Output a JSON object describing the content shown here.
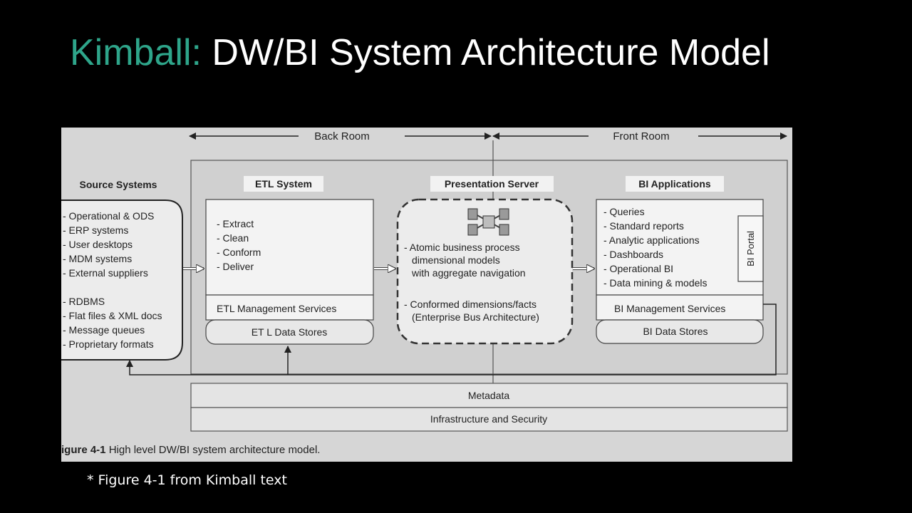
{
  "title": {
    "accent": "Kimball:",
    "rest": " DW/BI System Architecture Model"
  },
  "diagram": {
    "back_room": "Back Room",
    "front_room": "Front Room",
    "source_systems": {
      "heading": "Source Systems",
      "items": [
        "- Operational & ODS",
        "- ERP systems",
        "- User desktops",
        "- MDM systems",
        "- External suppliers",
        "- RDBMS",
        "- Flat files & XML docs",
        "- Message queues",
        "- Proprietary formats"
      ]
    },
    "etl_system": {
      "heading": "ETL System",
      "items": [
        "- Extract",
        "- Clean",
        "- Conform",
        "- Deliver"
      ],
      "management": "ETL Management Services",
      "data_stores": "ET L Data Stores"
    },
    "presentation_server": {
      "heading": "Presentation Server",
      "items": [
        "- Atomic business process",
        "dimensional models",
        "with aggregate navigation",
        "- Conformed dimensions/facts",
        "(Enterprise Bus Architecture)"
      ]
    },
    "bi_applications": {
      "heading": "BI Applications",
      "items": [
        "- Queries",
        "- Standard reports",
        "- Analytic applications",
        "- Dashboards",
        "- Operational BI",
        "- Data mining & models"
      ],
      "portal": "BI Portal",
      "management": "BI Management Services",
      "data_stores": "BI Data Stores"
    },
    "metadata": "Metadata",
    "infrastructure": "Infrastructure and Security",
    "caption_label": "igure 4-1",
    "caption_text": " High level DW/BI system architecture model."
  },
  "footnote": "* Figure 4-1 from Kimball text"
}
